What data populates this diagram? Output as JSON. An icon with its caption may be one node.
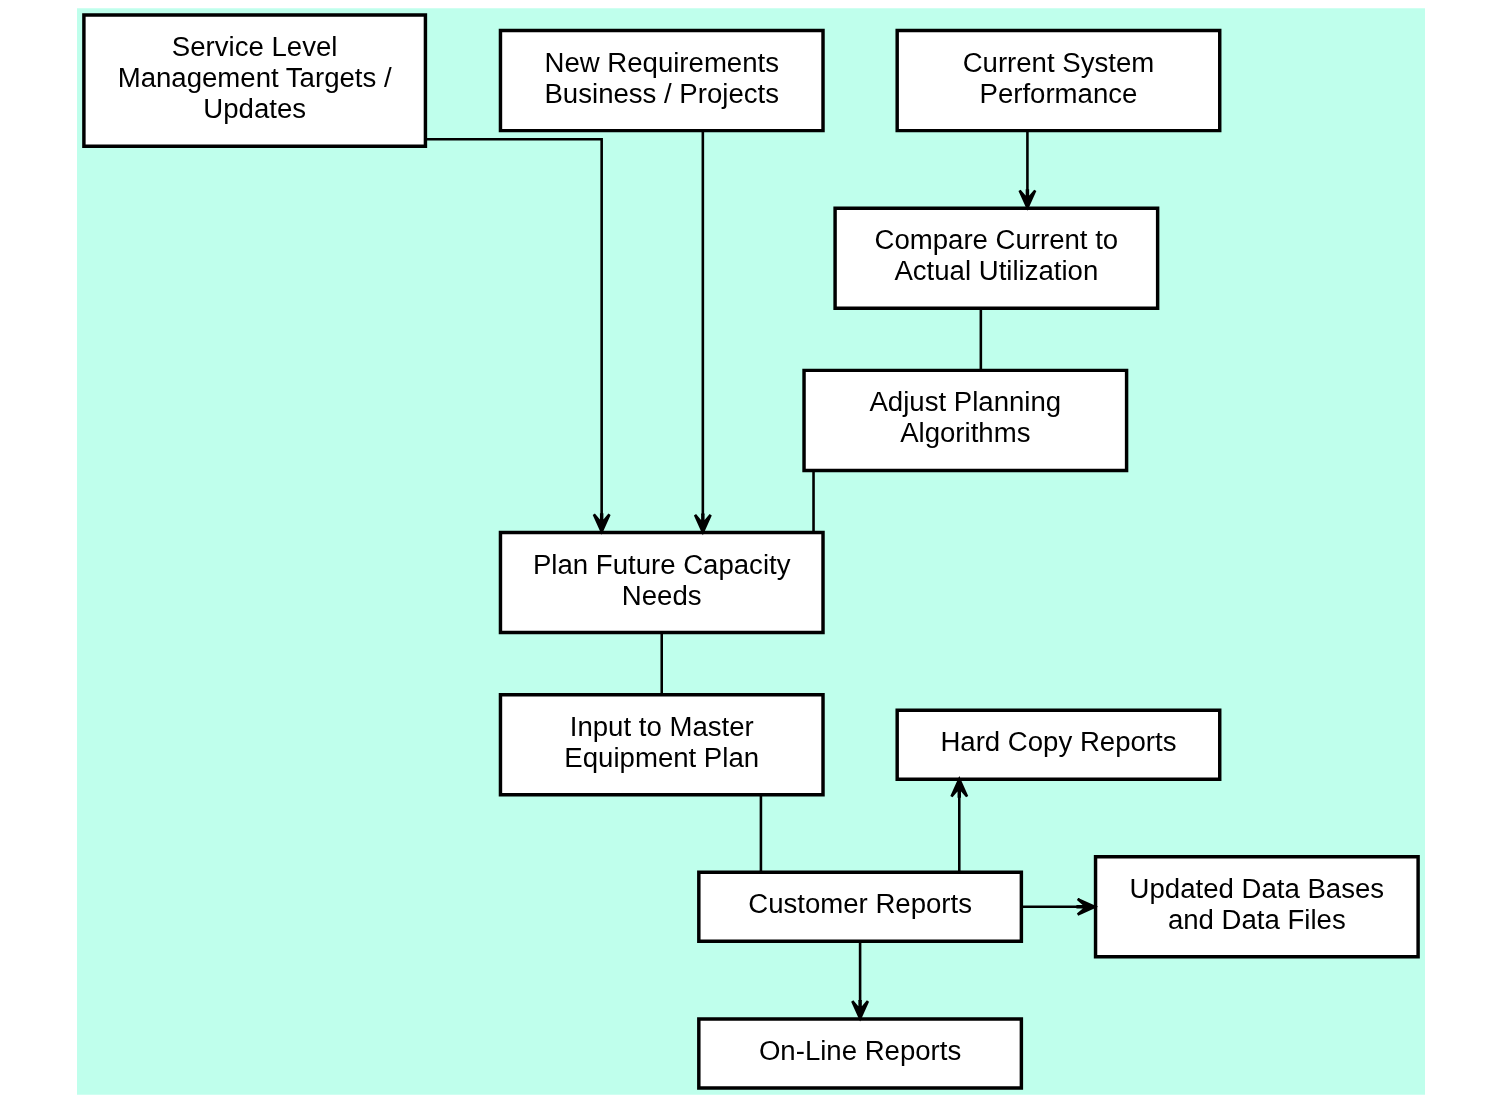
{
  "diagram": {
    "nodes": [
      {
        "text": [
          "Service Level Management Targets / Updates"
        ]
      },
      {
        "text": [
          "Current System Performance"
        ]
      },
      {
        "text": [
          "New Requirements Business / Projects"
        ]
      },
      {
        "text": [
          "Compare Current to Actual Utilization"
        ]
      },
      {
        "text": [
          "Adjust Planning Algorithms"
        ]
      },
      {
        "text": [
          "Plan Future Capacity Needs"
        ]
      },
      {
        "text": [
          "Input to Master Equipment Plan"
        ]
      },
      {
        "text": [
          "Hard Copy Reports"
        ]
      },
      {
        "text": [
          "Customer Reports"
        ]
      },
      {
        "text": [
          "Updated Data Bases and Data Files"
        ]
      },
      {
        "text": [
          "On-Line Reports"
        ]
      }
    ],
    "edges": [
      {
        "from": 1,
        "to": 3,
        "arrow": "to"
      },
      {
        "from": 3,
        "to": 4,
        "arrow": "none"
      },
      {
        "from": 4,
        "to": 5,
        "arrow": "none"
      },
      {
        "from": 0,
        "to": 5,
        "arrow": "to"
      },
      {
        "from": 2,
        "to": 5,
        "arrow": "to"
      },
      {
        "from": 5,
        "to": 6,
        "arrow": "none"
      },
      {
        "from": 6,
        "to": 8,
        "arrow": "none"
      },
      {
        "from": 8,
        "to": 9,
        "arrow": "to"
      },
      {
        "from": 8,
        "to": 7,
        "arrow": "to"
      },
      {
        "from": 8,
        "to": 10,
        "arrow": "to"
      }
    ]
  }
}
